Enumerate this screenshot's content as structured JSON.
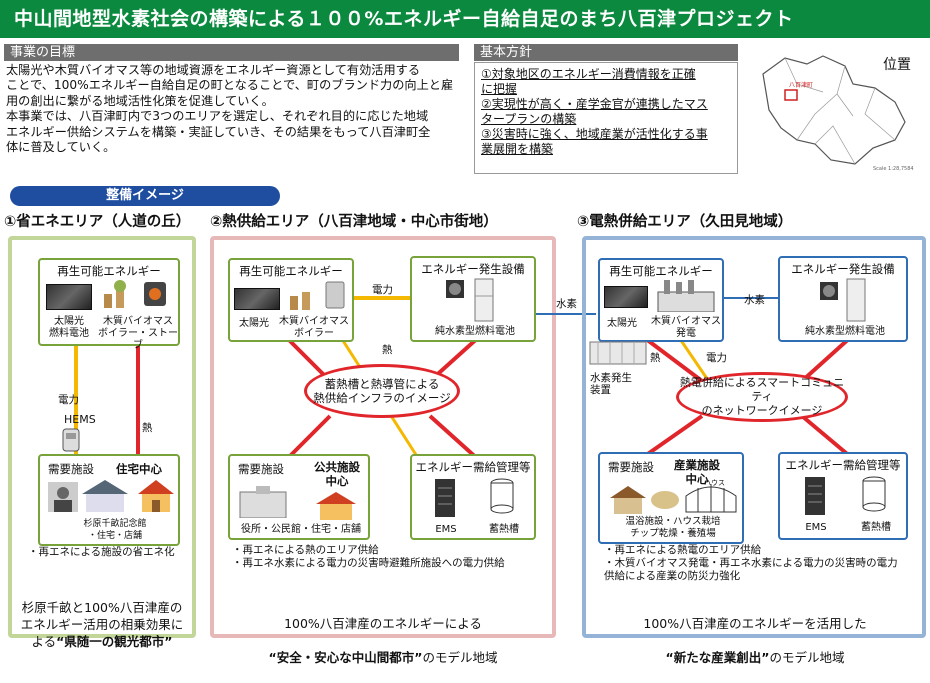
{
  "title": "中山間地型水素社会の構築による１００%エネルギー自給自足のまち八百津プロジェクト",
  "goal": {
    "heading": "事業の目標",
    "body": "太陽光や木質バイオマス等の地域資源をエネルギー資源として有効活用する\nことで、100%エネルギー自給自足の町となることで、町のブランド力の向上と雇\n用の創出に繋がる地域活性化策を促進していく。\n本事業では、八百津町内で3つのエリアを選定し、それぞれ目的に応じた地域\nエネルギー供給システムを構築・実証していき、その結果をもって八百津町全\n体に普及していく。"
  },
  "policy": {
    "heading": "基本方針",
    "items": [
      "①対象地区のエネルギー消費情報を正確\nに把握",
      "②実現性が高く・産学金官が連携したマス\nタープランの構築",
      "③災害時に強く、地域産業が活性化する事\n業展開を構築"
    ]
  },
  "location": {
    "label": "位置",
    "map_mark": "八百津町",
    "scale": "Scale 1:28,7584"
  },
  "image_heading": "整備イメージ",
  "areas": [
    {
      "title": "①省エネエリア（人道の丘）",
      "color": "#c2d69a",
      "renew_title": "再生可能エネルギー",
      "renew_sub": [
        "太陽光\n燃料電池",
        "木質バイオマス\nボイラー・ストーブ"
      ],
      "hems": "HEMS",
      "power": "電力",
      "heat": "熱",
      "demand_title": "需要施設",
      "demand_sub": "住宅中心",
      "demand_caption": "杉原千畝記念館\n・住宅・店舗",
      "note": "・再エネによる施設の省エネ化",
      "model": "杉原千畝と100%八百津産の\nエネルギー活用の相乗効果に\nよる",
      "model_bold": "“県随一の観光都市”"
    },
    {
      "title": "②熱供給エリア（八百津地域・中心市街地）",
      "color": "#e6b9b8",
      "renew_title": "再生可能エネルギー",
      "renew_sub": [
        "太陽光",
        "木質バイオマス\nボイラー"
      ],
      "power": "電力",
      "heat": "熱",
      "gen_title": "エネルギー発生設備",
      "gen_sub": "純水素型燃料電池",
      "ellipse": "蓄熱槽と熱導管による\n熱供給インフラのイメージ",
      "demand_title": "需要施設",
      "demand_sub": "公共施設\n中心",
      "demand_caption": "役所・公民館・住宅・店舗",
      "mgmt_title": "エネルギー需給管理等",
      "mgmt_items": [
        "EMS",
        "蓄熱槽"
      ],
      "note": "・再エネによる熱のエリア供給\n・再エネ水素による電力の災害時避難所施設への電力供給",
      "model": "100%八百津産のエネルギーによる",
      "model_bold": "“安全・安心な中山間都市”",
      "model_tail": "のモデル地域"
    },
    {
      "title": "③電熱併給エリア（久田見地域）",
      "color": "#95b3d7",
      "renew_title": "再生可能エネルギー",
      "renew_sub": [
        "太陽光",
        "木質バイオマス\n発電"
      ],
      "hydrogen": "水素",
      "hydrogen_link": "水素",
      "power": "電力",
      "heat": "熱",
      "h2_plant": "水素発生\n装置",
      "gen_title": "エネルギー発生設備",
      "gen_sub": "純水素型燃料電池",
      "ellipse": "熱電併給によるスマートコミュニティ\nのネットワークイメージ",
      "demand_title": "需要施設",
      "demand_sub": "産業施設\n中心",
      "demand_caption": "温浴施設・ハウス栽培\nチップ乾燥・養殖場",
      "house_label": "ハウス",
      "mgmt_title": "エネルギー需給管理等",
      "mgmt_items": [
        "EMS",
        "蓄熱槽"
      ],
      "note": "・再エネによる熱電のエリア供給\n・木質バイオマス発電・再エネ水素による電力の災害時の電力\n供給による産業の防災力強化",
      "model": "100%八百津産のエネルギーを活用した",
      "model_bold": "“新たな産業創出”",
      "model_tail": "のモデル地域"
    }
  ],
  "colors": {
    "title_green": "#0b8a3f",
    "panel_blue": "#1f4ea1",
    "node_green": "#77a33a",
    "line_red": "#e0262b",
    "line_yellow": "#f5b800",
    "line_blue": "#2f6db5"
  }
}
